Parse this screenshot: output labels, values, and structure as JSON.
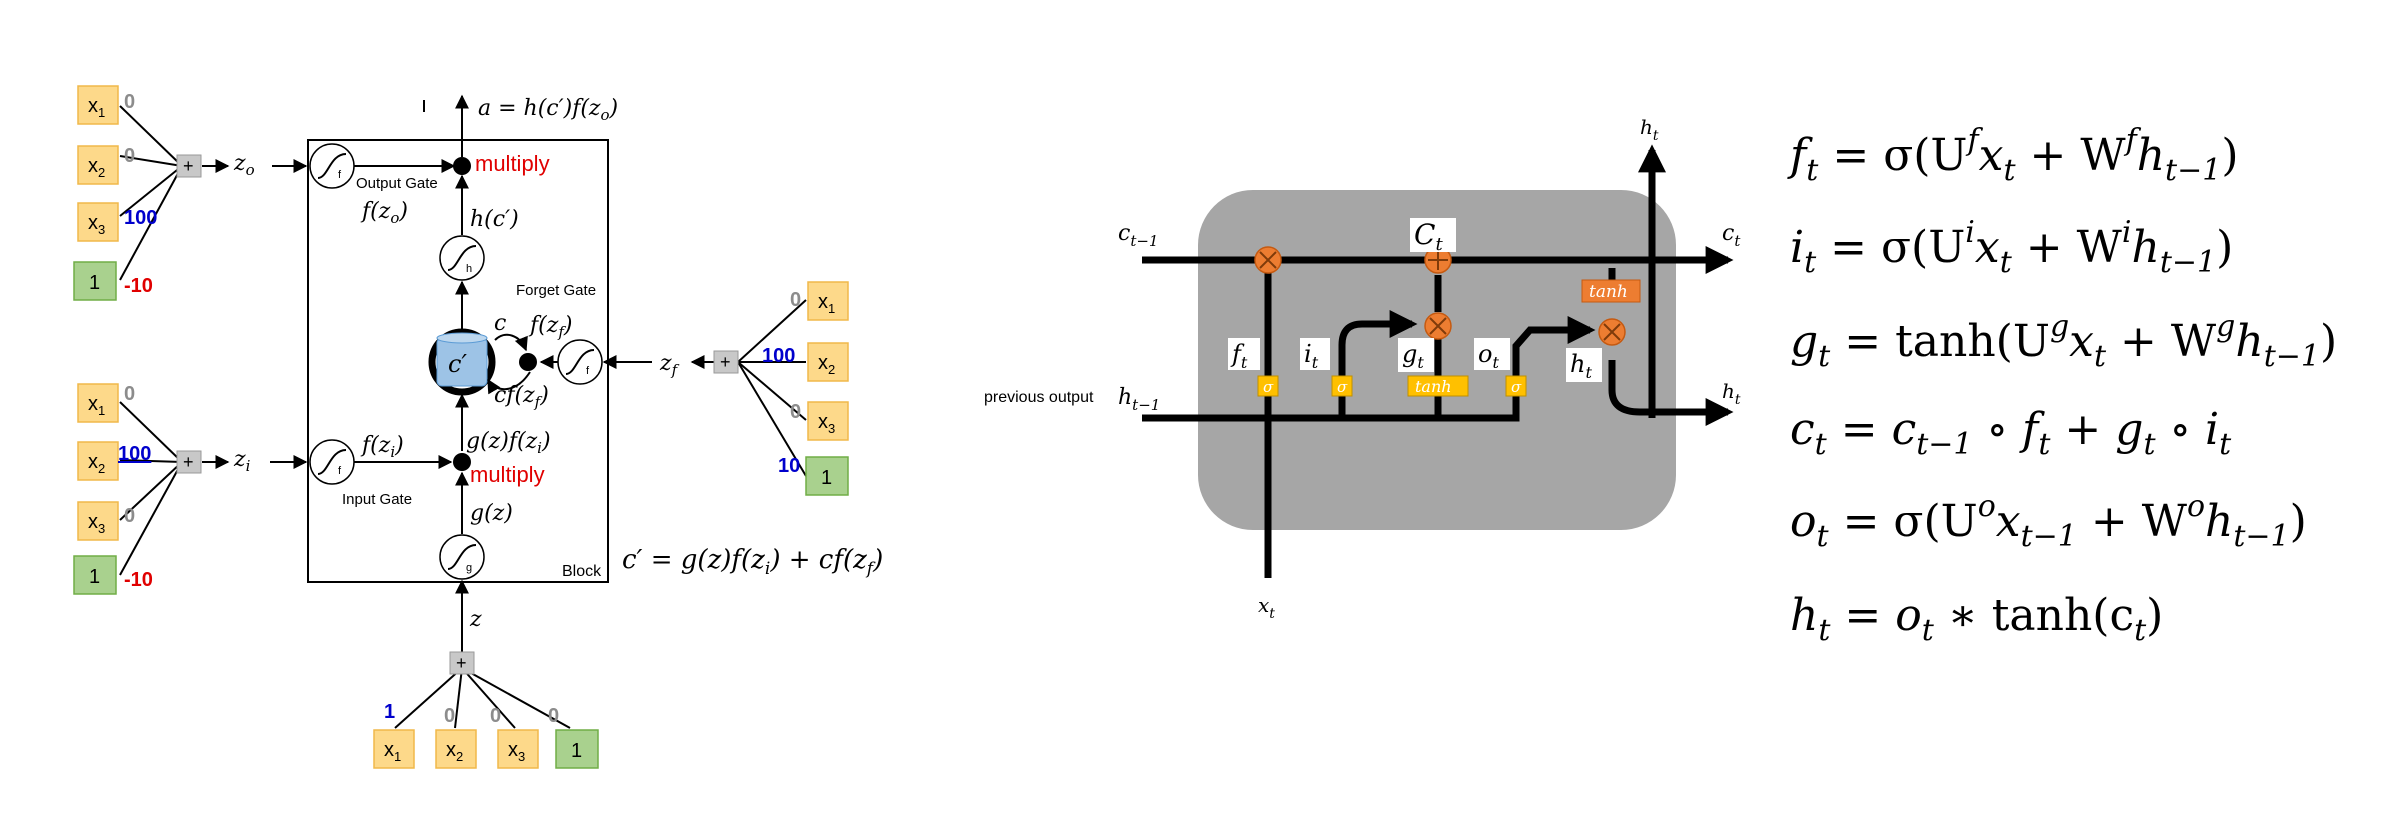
{
  "left": {
    "block_label": "Block",
    "output_gate_label": "Output Gate",
    "forget_gate_label": "Forget Gate",
    "input_gate_label": "Input Gate",
    "multiply_label": "multiply",
    "gate_f": "f",
    "gate_h": "h",
    "gate_g": "g",
    "plus": "+",
    "cell_symbol": "c′",
    "x1": "x",
    "x1_sub": "1",
    "x2": "x",
    "x2_sub": "2",
    "x3": "x",
    "x3_sub": "3",
    "bias": "1",
    "out_weights": [
      "0",
      "0",
      "100",
      "-10"
    ],
    "in_weights": [
      "0",
      "100",
      "0",
      "-10"
    ],
    "forget_weights": [
      "0",
      "100",
      "0",
      "10"
    ],
    "bottom_weights": [
      "1",
      "0",
      "0",
      "0"
    ],
    "label_zo": "z",
    "label_zo_sub": "o",
    "label_zi": "z",
    "label_zi_sub": "i",
    "label_zf": "z",
    "label_zf_sub": "f",
    "label_z": "z",
    "label_a": "a = h(c′)f(z",
    "label_a_sub": "o",
    "label_a_end": ")",
    "label_hc": "h(c′)",
    "label_fzo": "f(z",
    "label_fzo_sub": "o",
    "label_fzo_end": ")",
    "label_c": "c",
    "label_fzf": "f(z",
    "label_fzf_sub": "f",
    "label_fzf_end": ")",
    "label_cfzf": "cf(z",
    "label_cfzf_sub": "f",
    "label_cfzf_end": ")",
    "label_fzi": "f(z",
    "label_fzi_sub": "i",
    "label_fzi_end": ")",
    "label_gzfzi": "g(z)f(z",
    "label_gzfzi_sub": "i",
    "label_gzfzi_end": ")",
    "label_gz": "g(z)",
    "update_eq": "c′ = g(z)f(z",
    "update_eq_sub1": "i",
    "update_eq_mid": ") + cf(z",
    "update_eq_sub2": "f",
    "update_eq_end": ")"
  },
  "middle": {
    "prev_output_label": "previous output",
    "c_prev": "c",
    "c_prev_sub": "t−1",
    "c_out": "c",
    "c_out_sub": "t",
    "C_mid": "C",
    "C_mid_sub": "t",
    "h_prev": "h",
    "h_prev_sub": "t−1",
    "h_top": "h",
    "h_top_sub": "t",
    "h_right": "h",
    "h_right_sub": "t",
    "x_in": "x",
    "x_in_sub": "t",
    "f_gate": "f",
    "f_gate_sub": "t",
    "i_gate": "i",
    "i_gate_sub": "t",
    "g_gate": "g",
    "g_gate_sub": "t",
    "o_gate": "o",
    "o_gate_sub": "t",
    "h_inner": "h",
    "h_inner_sub": "t",
    "sigma": "σ",
    "tanh": "tanh"
  },
  "equations": {
    "f": {
      "lhs": "f",
      "lhs_sub": "t",
      "t1": "= σ(U",
      "s1": "f",
      "t2": "x",
      "s2": "t",
      "t3": "+ W",
      "s3": "f",
      "t4": "h",
      "s4": "t−1",
      "t5": ")"
    },
    "i": {
      "lhs": "i",
      "lhs_sub": "t",
      "t1": "= σ(U",
      "s1": "i",
      "t2": "x",
      "s2": "t",
      "t3": "+ W",
      "s3": "i",
      "t4": "h",
      "s4": "t−1",
      "t5": ")"
    },
    "g": {
      "lhs": "g",
      "lhs_sub": "t",
      "t1": "= tanh(U",
      "s1": "g",
      "t2": "x",
      "s2": "t",
      "t3": "+ W",
      "s3": "g",
      "t4": "h",
      "s4": "t−1",
      "t5": ")"
    },
    "c": {
      "lhs": "c",
      "lhs_sub": "t",
      "t1": "= c",
      "s1": "t−1",
      "t2": "∘ f",
      "s2": "t",
      "t3": "+ g",
      "s3": "t",
      "t4": "∘ i",
      "s4": "t"
    },
    "o": {
      "lhs": "o",
      "lhs_sub": "t",
      "t1": "= σ(U",
      "s1": "o",
      "t2": "x",
      "s2": "t−1",
      "t3": "+ W",
      "s3": "o",
      "t4": "h",
      "s4": "t−1",
      "t5": ")"
    },
    "h": {
      "lhs": "h",
      "lhs_sub": "t",
      "t1": "= o",
      "s1": "t",
      "t2": "∗ tanh(c",
      "s2": "t",
      "t3": ")"
    }
  },
  "colors": {
    "input_box": "#fdd98a",
    "input_border": "#f0b84a",
    "bias_box": "#a9d18e",
    "bias_border": "#70ad47",
    "weight_gray": "#8c8c8c",
    "weight_blue": "#0000cc",
    "weight_red": "#e00000",
    "cell_blue": "#9dc3e6",
    "lstm_body": "#a6a6a6",
    "op_orange": "#ed7d31",
    "gate_yellow": "#ffc000"
  }
}
